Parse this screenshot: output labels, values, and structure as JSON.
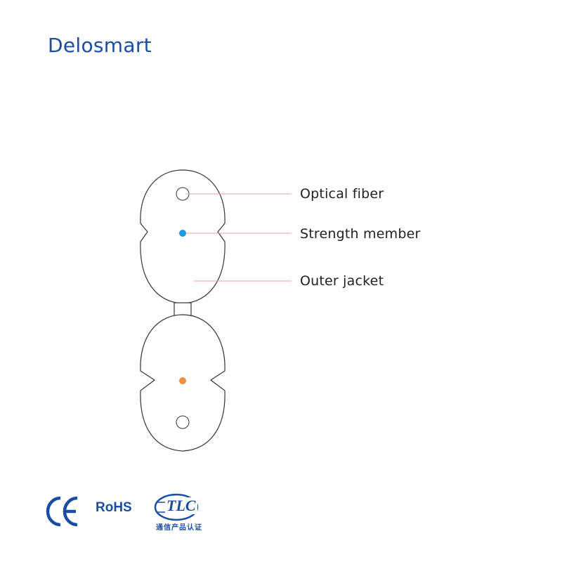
{
  "brand": {
    "name": "Delosmart",
    "color": "#1a4ea3"
  },
  "diagram": {
    "labels": [
      {
        "id": "optical-fiber",
        "text": "Optical fiber"
      },
      {
        "id": "strength-member",
        "text": "Strength member"
      },
      {
        "id": "outer-jacket",
        "text": "Outer jacket"
      }
    ],
    "colors": {
      "outline": "#333333",
      "leader_line": "#e8a0a0",
      "strength_member_top": "#1e9be0",
      "strength_member_bottom": "#f0903f"
    }
  },
  "certifications": {
    "ce_icon": "ce-mark",
    "rohs_label": "RoHS",
    "tlc_logo": {
      "text": "TLC",
      "subtitle": "通信产品认证"
    },
    "color": "#1a4ea3"
  }
}
